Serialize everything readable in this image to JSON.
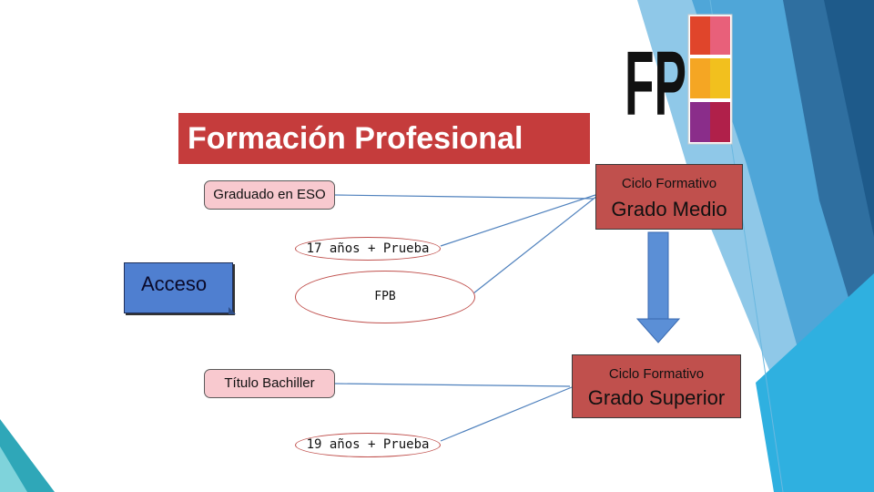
{
  "title": "Formación Profesional",
  "logo": {
    "letters": "FP"
  },
  "access_label": "Acceso",
  "entries": {
    "eso": "Graduado en ESO",
    "bachiller": "Título Bachiller"
  },
  "routes": {
    "prueba17": "17 años + Prueba",
    "fpb": "FPB",
    "prueba19": "19 años + Prueba"
  },
  "cycles": {
    "medio": {
      "sub": "Ciclo Formativo",
      "main": "Grado Medio"
    },
    "superior": {
      "sub": "Ciclo Formativo",
      "main": "Grado Superior"
    }
  },
  "colors": {
    "title_bg": "#c53c3c",
    "cycle_bg": "#c0504d",
    "entry_bg": "#f8c9cf",
    "access_bg": "#4f7fd0",
    "arrow": "#5b8fd6",
    "connector": "#4f81bd"
  }
}
